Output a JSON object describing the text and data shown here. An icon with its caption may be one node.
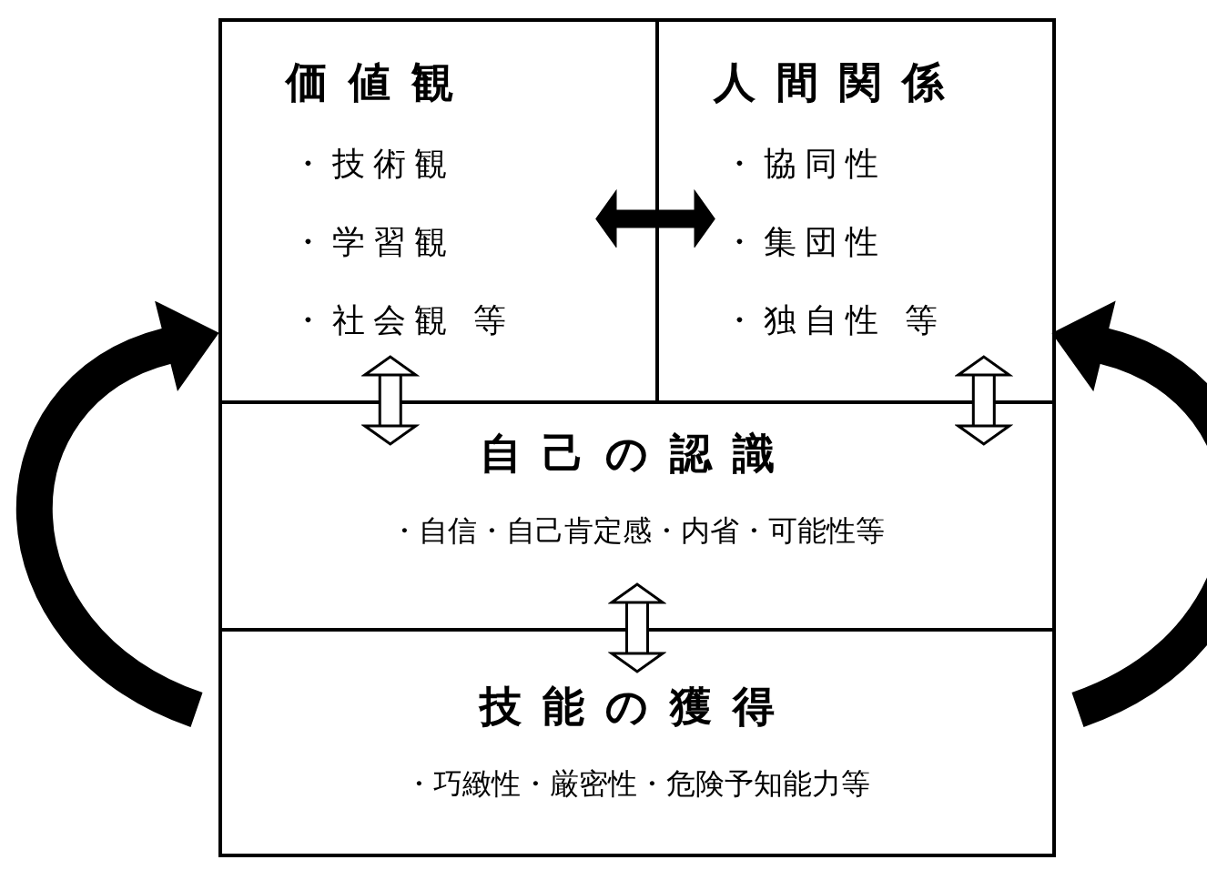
{
  "diagram": {
    "nodes": [
      {
        "text": [
          "価値観",
          "・技術観",
          "・学習観",
          "・社会観 等"
        ]
      },
      {
        "text": [
          "人間関係",
          "・協同性",
          "・集団性",
          "・独自性 等"
        ]
      },
      {
        "text": [
          "自己の認識",
          "・自信・自己肯定感・内省・可能性等"
        ]
      },
      {
        "text": [
          "技能の獲得",
          "・巧緻性・厳密性・危険予知能力等"
        ]
      }
    ],
    "edges": [
      {
        "from": 0,
        "to": 1,
        "arrow": "both"
      },
      {
        "from": 0,
        "to": 2,
        "arrow": "both",
        "color": "#ffffff"
      },
      {
        "from": 1,
        "to": 2,
        "arrow": "both",
        "color": "#ffffff"
      },
      {
        "from": 2,
        "to": 3,
        "arrow": "both",
        "color": "#ffffff"
      },
      {
        "from": 3,
        "to": 0,
        "arrow": "to",
        "style": "thick"
      },
      {
        "from": 3,
        "to": 1,
        "arrow": "to",
        "style": "thick"
      }
    ]
  }
}
